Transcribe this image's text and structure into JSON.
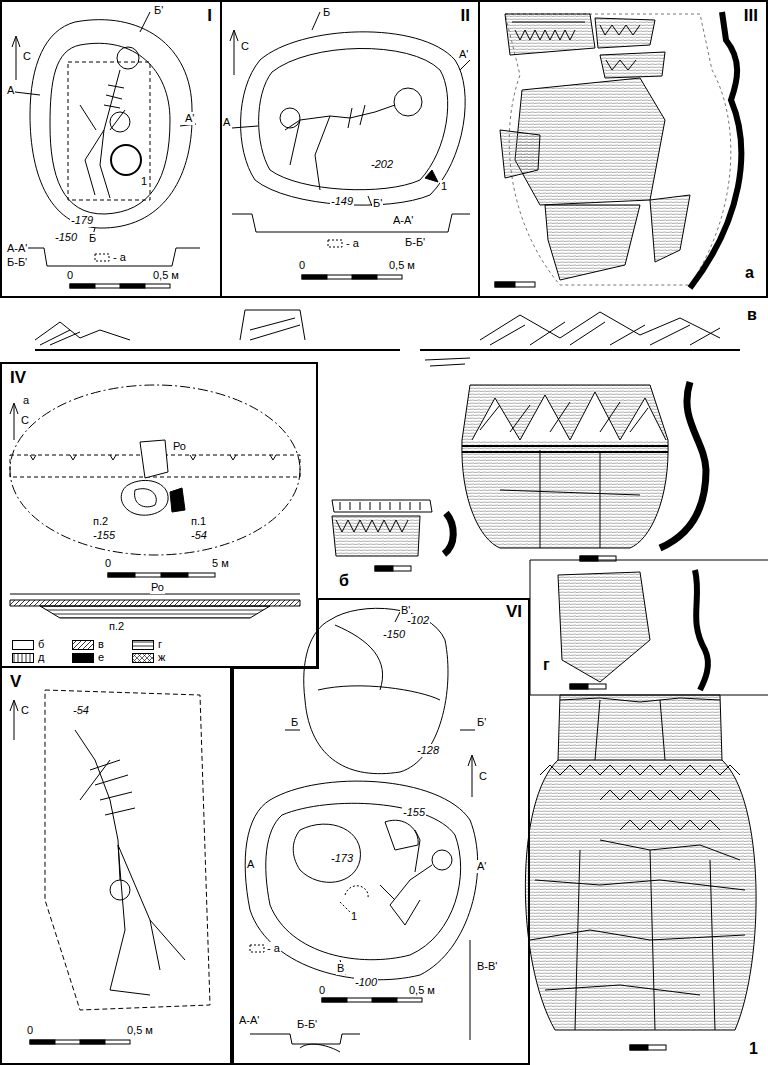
{
  "diagram": {
    "nodes": [
      {
        "text": [
          "I"
        ]
      },
      {
        "text": [
          "II"
        ]
      },
      {
        "text": [
          "III"
        ]
      },
      {
        "text": [
          "IV"
        ]
      },
      {
        "text": [
          "V"
        ]
      },
      {
        "text": [
          "VI"
        ]
      }
    ],
    "labels": [
      "С",
      "Б'",
      "А",
      "А'",
      "1",
      "-179",
      "-150",
      "Б",
      "А-А'",
      "Б-Б'",
      "- а",
      "0",
      "0,5 м",
      "С",
      "Б",
      "А'",
      "А",
      "-202",
      "1",
      "-149",
      "Б'",
      "А-А'",
      "Б-Б'",
      "- а",
      "0",
      "0,5 м",
      "а",
      "в",
      "а",
      "С",
      "Ро",
      "п.2",
      "-155",
      "п.1",
      "-54",
      "0",
      "5 м",
      "Ро",
      "п.2",
      "б",
      "г",
      "С",
      "-54",
      "0",
      "0,5 м",
      "В'",
      "-102",
      "-150",
      "Б",
      "Б'",
      "-128",
      "С",
      "А",
      "-173",
      "-155",
      "А'",
      "1",
      "- а",
      "В",
      "-100",
      "0",
      "0,5 м",
      "А-А'",
      "Б-Б'",
      "В-В'",
      "1"
    ],
    "legend": [
      {
        "text": "б"
      },
      {
        "text": "в"
      },
      {
        "text": "г"
      },
      {
        "text": "д"
      },
      {
        "text": "е"
      },
      {
        "text": "ж"
      }
    ]
  }
}
